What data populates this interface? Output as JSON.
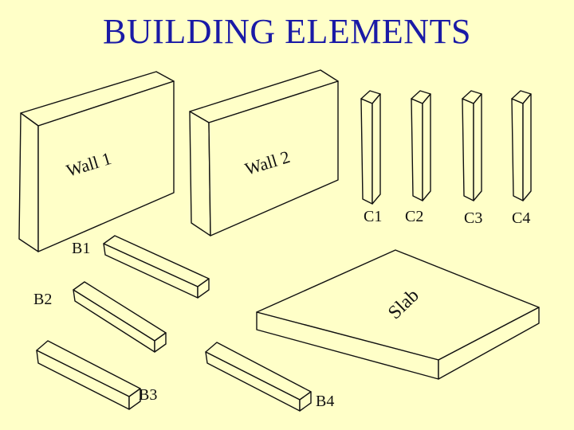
{
  "title": "BUILDING ELEMENTS",
  "labels": {
    "wall1": "Wall 1",
    "wall2": "Wall 2",
    "c1": "C1",
    "c2": "C2",
    "c3": "C3",
    "c4": "C4",
    "b1": "B1",
    "b2": "B2",
    "b3": "B3",
    "b4": "B4",
    "slab": "Slab"
  },
  "colors": {
    "background": "#ffffc8",
    "title": "#1a1aa6",
    "outline": "#111111"
  }
}
